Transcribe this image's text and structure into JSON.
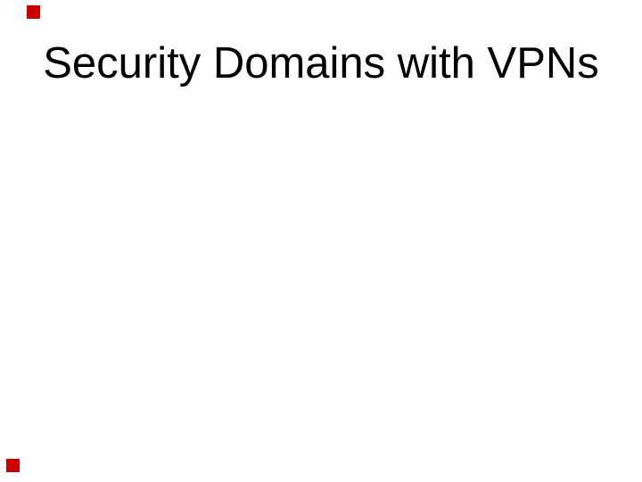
{
  "slide": {
    "title": "Security Domains with VPNs",
    "background_color": "#ffffff",
    "title_color": "#000000"
  },
  "decorations": {
    "top_left_square": {
      "name": "red-square-marker",
      "color": "#cc0000"
    },
    "bottom_left_square": {
      "name": "red-square-marker",
      "color": "#cc0000"
    }
  }
}
